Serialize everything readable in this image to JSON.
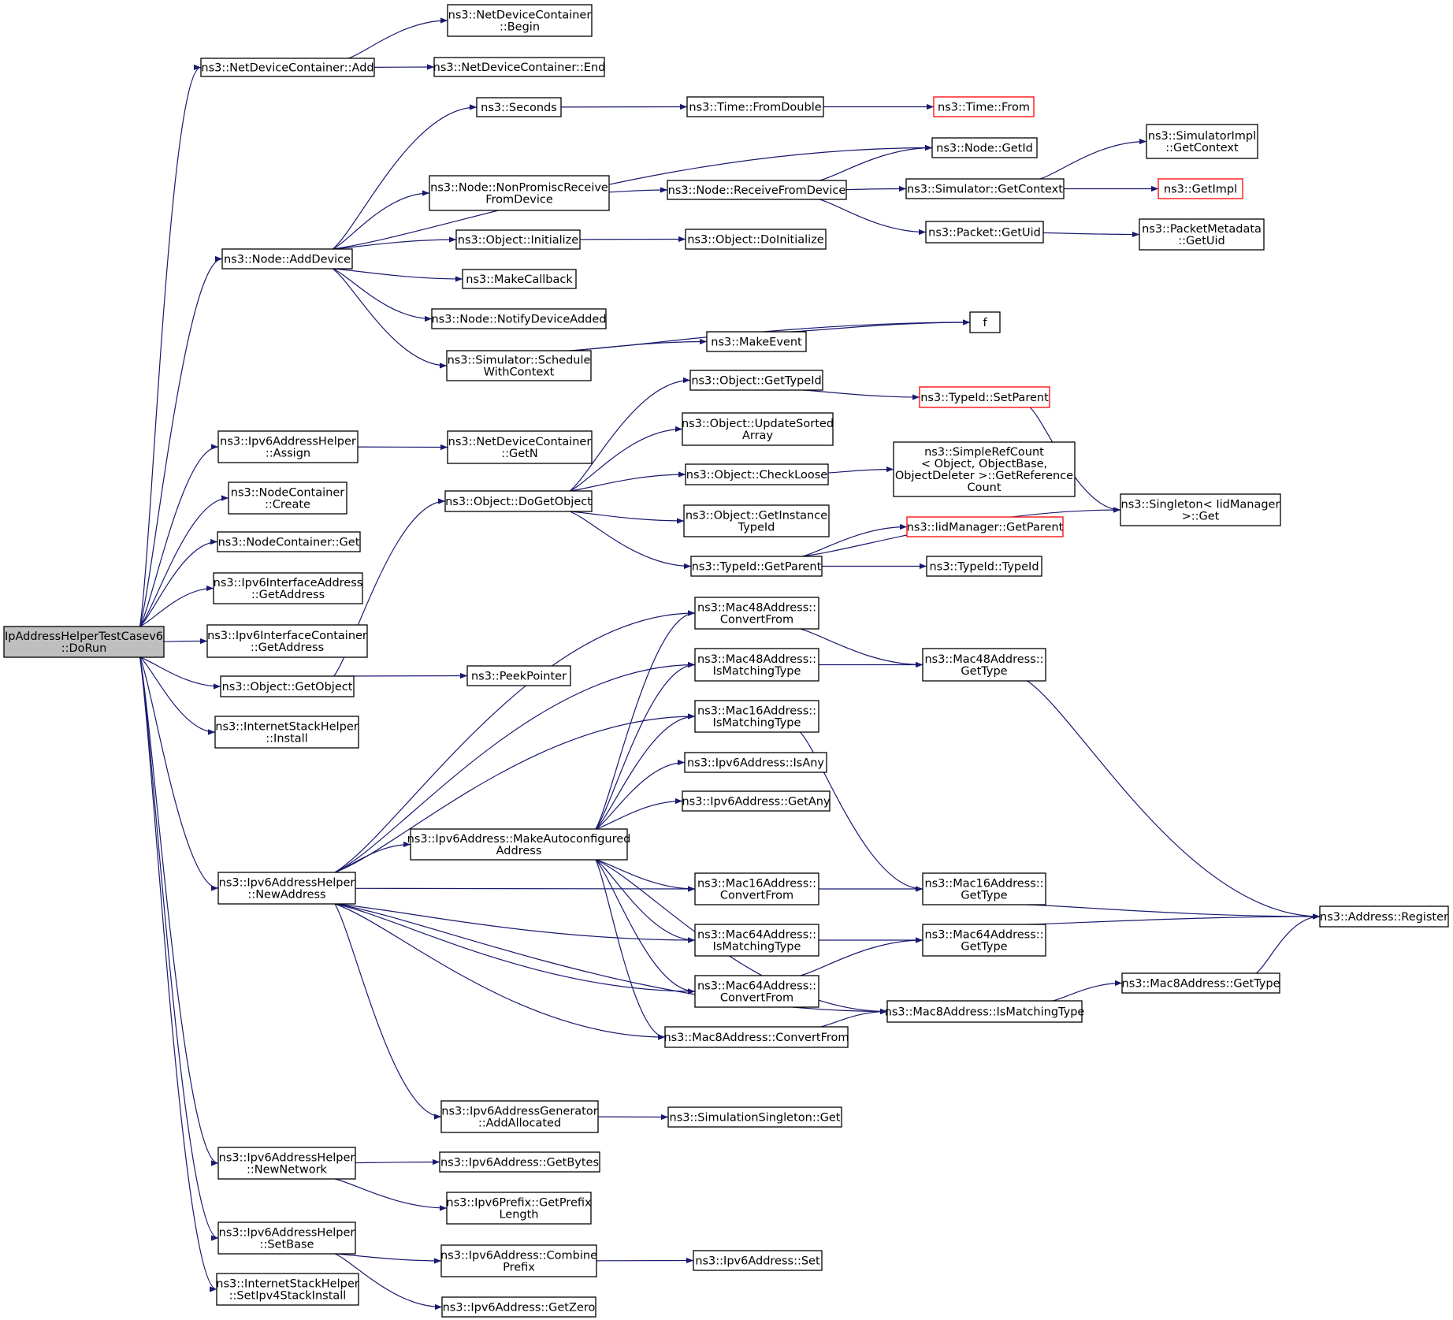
{
  "colors": {
    "edge": "#191970",
    "node_border": "#000000",
    "truncated_border": "#ff0000",
    "root_fill": "#bfbfbf",
    "node_fill": "#ffffff"
  },
  "nodes": [
    {
      "id": "root",
      "lines": [
        "IpAddressHelperTestCasev6",
        "::DoRun"
      ],
      "style": "root"
    },
    {
      "id": "ndc_add",
      "lines": [
        "ns3::NetDeviceContainer::Add"
      ]
    },
    {
      "id": "ndc_begin",
      "lines": [
        "ns3::NetDeviceContainer",
        "::Begin"
      ]
    },
    {
      "id": "ndc_end",
      "lines": [
        "ns3::NetDeviceContainer::End"
      ]
    },
    {
      "id": "seconds",
      "lines": [
        "ns3::Seconds"
      ]
    },
    {
      "id": "time_fromdouble",
      "lines": [
        "ns3::Time::FromDouble"
      ]
    },
    {
      "id": "time_from",
      "lines": [
        "ns3::Time::From"
      ],
      "style": "truncated"
    },
    {
      "id": "node_getid",
      "lines": [
        "ns3::Node::GetId"
      ]
    },
    {
      "id": "simimpl_getcontext",
      "lines": [
        "ns3::SimulatorImpl",
        "::GetContext"
      ]
    },
    {
      "id": "node_nonpromisc",
      "lines": [
        "ns3::Node::NonPromiscReceive",
        "FromDevice"
      ]
    },
    {
      "id": "node_receivefromdevice",
      "lines": [
        "ns3::Node::ReceiveFromDevice"
      ]
    },
    {
      "id": "sim_getcontext",
      "lines": [
        "ns3::Simulator::GetContext"
      ]
    },
    {
      "id": "getimpl",
      "lines": [
        "ns3::GetImpl"
      ],
      "style": "truncated"
    },
    {
      "id": "packet_getuid",
      "lines": [
        "ns3::Packet::GetUid"
      ]
    },
    {
      "id": "packetmeta_getuid",
      "lines": [
        "ns3::PacketMetadata",
        "::GetUid"
      ]
    },
    {
      "id": "node_adddevice",
      "lines": [
        "ns3::Node::AddDevice"
      ]
    },
    {
      "id": "object_initialize",
      "lines": [
        "ns3::Object::Initialize"
      ]
    },
    {
      "id": "object_doinitialize",
      "lines": [
        "ns3::Object::DoInitialize"
      ]
    },
    {
      "id": "makecallback",
      "lines": [
        "ns3::MakeCallback"
      ]
    },
    {
      "id": "node_notify",
      "lines": [
        "ns3::Node::NotifyDeviceAdded"
      ]
    },
    {
      "id": "f",
      "lines": [
        "f"
      ]
    },
    {
      "id": "makeevent",
      "lines": [
        "ns3::MakeEvent"
      ]
    },
    {
      "id": "sim_schedule",
      "lines": [
        "ns3::Simulator::Schedule",
        "WithContext"
      ]
    },
    {
      "id": "object_gettypeid",
      "lines": [
        "ns3::Object::GetTypeId"
      ]
    },
    {
      "id": "typeid_setparent",
      "lines": [
        "ns3::TypeId::SetParent"
      ],
      "style": "truncated"
    },
    {
      "id": "object_updatesorted",
      "lines": [
        "ns3::Object::UpdateSorted",
        "Array"
      ]
    },
    {
      "id": "ipv6helper_assign",
      "lines": [
        "ns3::Ipv6AddressHelper",
        "::Assign"
      ]
    },
    {
      "id": "ndc_getn",
      "lines": [
        "ns3::NetDeviceContainer",
        "::GetN"
      ]
    },
    {
      "id": "object_checkloose",
      "lines": [
        "ns3::Object::CheckLoose"
      ]
    },
    {
      "id": "simplerefcount",
      "lines": [
        "ns3::SimpleRefCount",
        "< Object, ObjectBase,",
        " ObjectDeleter >::GetReference",
        "Count"
      ]
    },
    {
      "id": "nodecontainer_create",
      "lines": [
        "ns3::NodeContainer",
        "::Create"
      ]
    },
    {
      "id": "object_dogetobject",
      "lines": [
        "ns3::Object::DoGetObject"
      ]
    },
    {
      "id": "singleton_get",
      "lines": [
        "ns3::Singleton< IidManager",
        " >::Get"
      ]
    },
    {
      "id": "object_getinstance",
      "lines": [
        "ns3::Object::GetInstance",
        "TypeId"
      ]
    },
    {
      "id": "iidmanager_getparent",
      "lines": [
        "ns3::IidManager::GetParent"
      ],
      "style": "truncated"
    },
    {
      "id": "nodecontainer_get",
      "lines": [
        "ns3::NodeContainer::Get"
      ]
    },
    {
      "id": "typeid_getparent",
      "lines": [
        "ns3::TypeId::GetParent"
      ]
    },
    {
      "id": "typeid_typeid",
      "lines": [
        "ns3::TypeId::TypeId"
      ]
    },
    {
      "id": "ipv6ifaddr_getaddress",
      "lines": [
        "ns3::Ipv6InterfaceAddress",
        "::GetAddress"
      ]
    },
    {
      "id": "mac48_convertfrom",
      "lines": [
        "ns3::Mac48Address::",
        "ConvertFrom"
      ]
    },
    {
      "id": "ipv6ifcontainer_getaddress",
      "lines": [
        "ns3::Ipv6InterfaceContainer",
        "::GetAddress"
      ]
    },
    {
      "id": "mac48_ismatching",
      "lines": [
        "ns3::Mac48Address::",
        "IsMatchingType"
      ]
    },
    {
      "id": "mac48_gettype",
      "lines": [
        "ns3::Mac48Address::",
        "GetType"
      ]
    },
    {
      "id": "peekpointer",
      "lines": [
        "ns3::PeekPointer"
      ]
    },
    {
      "id": "object_getobject",
      "lines": [
        "ns3::Object::GetObject"
      ]
    },
    {
      "id": "mac16_ismatching",
      "lines": [
        "ns3::Mac16Address::",
        "IsMatchingType"
      ]
    },
    {
      "id": "internetstack_install",
      "lines": [
        "ns3::InternetStackHelper",
        "::Install"
      ]
    },
    {
      "id": "ipv6addr_isany",
      "lines": [
        "ns3::Ipv6Address::IsAny"
      ]
    },
    {
      "id": "ipv6addr_getany",
      "lines": [
        "ns3::Ipv6Address::GetAny"
      ]
    },
    {
      "id": "ipv6addr_makeauto",
      "lines": [
        "ns3::Ipv6Address::MakeAutoconfigured",
        "Address"
      ]
    },
    {
      "id": "mac16_convertfrom",
      "lines": [
        "ns3::Mac16Address::",
        "ConvertFrom"
      ]
    },
    {
      "id": "mac16_gettype",
      "lines": [
        "ns3::Mac16Address::",
        "GetType"
      ]
    },
    {
      "id": "ipv6helper_newaddress",
      "lines": [
        "ns3::Ipv6AddressHelper",
        "::NewAddress"
      ]
    },
    {
      "id": "address_register",
      "lines": [
        "ns3::Address::Register"
      ]
    },
    {
      "id": "mac64_ismatching",
      "lines": [
        "ns3::Mac64Address::",
        "IsMatchingType"
      ]
    },
    {
      "id": "mac64_gettype",
      "lines": [
        "ns3::Mac64Address::",
        "GetType"
      ]
    },
    {
      "id": "mac64_convertfrom",
      "lines": [
        "ns3::Mac64Address::",
        "ConvertFrom"
      ]
    },
    {
      "id": "mac8_gettype",
      "lines": [
        "ns3::Mac8Address::GetType"
      ]
    },
    {
      "id": "mac8_ismatching",
      "lines": [
        "ns3::Mac8Address::IsMatchingType"
      ]
    },
    {
      "id": "mac8_convertfrom",
      "lines": [
        "ns3::Mac8Address::ConvertFrom"
      ]
    },
    {
      "id": "ipv6gen_addallocated",
      "lines": [
        "ns3::Ipv6AddressGenerator",
        "::AddAllocated"
      ]
    },
    {
      "id": "simsingleton_get",
      "lines": [
        "ns3::SimulationSingleton::Get"
      ]
    },
    {
      "id": "ipv6helper_newnetwork",
      "lines": [
        "ns3::Ipv6AddressHelper",
        "::NewNetwork"
      ]
    },
    {
      "id": "ipv6addr_getbytes",
      "lines": [
        "ns3::Ipv6Address::GetBytes"
      ]
    },
    {
      "id": "ipv6prefix_getprefixlength",
      "lines": [
        "ns3::Ipv6Prefix::GetPrefix",
        "Length"
      ]
    },
    {
      "id": "ipv6helper_setbase",
      "lines": [
        "ns3::Ipv6AddressHelper",
        "::SetBase"
      ]
    },
    {
      "id": "ipv6addr_combineprefix",
      "lines": [
        "ns3::Ipv6Address::Combine",
        "Prefix"
      ]
    },
    {
      "id": "ipv6addr_set",
      "lines": [
        "ns3::Ipv6Address::Set"
      ]
    },
    {
      "id": "internetstack_setipv4",
      "lines": [
        "ns3::InternetStackHelper",
        "::SetIpv4StackInstall"
      ]
    },
    {
      "id": "ipv6addr_getzero",
      "lines": [
        "ns3::Ipv6Address::GetZero"
      ]
    }
  ],
  "edges": [
    [
      "root",
      "ndc_add"
    ],
    [
      "root",
      "node_adddevice"
    ],
    [
      "root",
      "ipv6helper_assign"
    ],
    [
      "root",
      "nodecontainer_create"
    ],
    [
      "root",
      "nodecontainer_get"
    ],
    [
      "root",
      "ipv6ifaddr_getaddress"
    ],
    [
      "root",
      "ipv6ifcontainer_getaddress"
    ],
    [
      "root",
      "object_getobject"
    ],
    [
      "root",
      "internetstack_install"
    ],
    [
      "root",
      "ipv6helper_newaddress"
    ],
    [
      "root",
      "ipv6helper_newnetwork"
    ],
    [
      "root",
      "ipv6helper_setbase"
    ],
    [
      "root",
      "internetstack_setipv4"
    ],
    [
      "ndc_add",
      "ndc_begin"
    ],
    [
      "ndc_add",
      "ndc_end"
    ],
    [
      "node_adddevice",
      "seconds"
    ],
    [
      "node_adddevice",
      "node_getid"
    ],
    [
      "node_adddevice",
      "node_nonpromisc"
    ],
    [
      "node_adddevice",
      "object_initialize"
    ],
    [
      "node_adddevice",
      "makecallback"
    ],
    [
      "node_adddevice",
      "node_notify"
    ],
    [
      "node_adddevice",
      "sim_schedule"
    ],
    [
      "seconds",
      "time_fromdouble"
    ],
    [
      "time_fromdouble",
      "time_from"
    ],
    [
      "node_nonpromisc",
      "node_receivefromdevice"
    ],
    [
      "node_receivefromdevice",
      "node_getid"
    ],
    [
      "node_receivefromdevice",
      "sim_getcontext"
    ],
    [
      "node_receivefromdevice",
      "packet_getuid"
    ],
    [
      "sim_getcontext",
      "simimpl_getcontext"
    ],
    [
      "sim_getcontext",
      "getimpl"
    ],
    [
      "packet_getuid",
      "packetmeta_getuid"
    ],
    [
      "object_initialize",
      "object_doinitialize"
    ],
    [
      "sim_schedule",
      "f"
    ],
    [
      "sim_schedule",
      "makeevent"
    ],
    [
      "makeevent",
      "f"
    ],
    [
      "ipv6helper_assign",
      "ndc_getn"
    ],
    [
      "object_getobject",
      "object_dogetobject"
    ],
    [
      "object_getobject",
      "peekpointer"
    ],
    [
      "object_dogetobject",
      "object_gettypeid"
    ],
    [
      "object_dogetobject",
      "object_updatesorted"
    ],
    [
      "object_dogetobject",
      "object_checkloose"
    ],
    [
      "object_dogetobject",
      "object_getinstance"
    ],
    [
      "object_dogetobject",
      "typeid_getparent"
    ],
    [
      "object_gettypeid",
      "typeid_setparent"
    ],
    [
      "typeid_setparent",
      "singleton_get"
    ],
    [
      "object_checkloose",
      "simplerefcount"
    ],
    [
      "typeid_getparent",
      "iidmanager_getparent"
    ],
    [
      "typeid_getparent",
      "typeid_typeid"
    ],
    [
      "typeid_getparent",
      "singleton_get"
    ],
    [
      "ipv6helper_newaddress",
      "mac48_convertfrom"
    ],
    [
      "ipv6helper_newaddress",
      "mac48_ismatching"
    ],
    [
      "ipv6helper_newaddress",
      "mac16_ismatching"
    ],
    [
      "ipv6helper_newaddress",
      "ipv6addr_makeauto"
    ],
    [
      "ipv6helper_newaddress",
      "mac16_convertfrom"
    ],
    [
      "ipv6helper_newaddress",
      "mac64_ismatching"
    ],
    [
      "ipv6helper_newaddress",
      "mac64_convertfrom"
    ],
    [
      "ipv6helper_newaddress",
      "mac8_convertfrom"
    ],
    [
      "ipv6helper_newaddress",
      "mac8_ismatching"
    ],
    [
      "ipv6helper_newaddress",
      "ipv6gen_addallocated"
    ],
    [
      "ipv6addr_makeauto",
      "mac48_convertfrom"
    ],
    [
      "ipv6addr_makeauto",
      "mac48_ismatching"
    ],
    [
      "ipv6addr_makeauto",
      "mac16_ismatching"
    ],
    [
      "ipv6addr_makeauto",
      "ipv6addr_isany"
    ],
    [
      "ipv6addr_makeauto",
      "ipv6addr_getany"
    ],
    [
      "ipv6addr_makeauto",
      "mac16_convertfrom"
    ],
    [
      "ipv6addr_makeauto",
      "mac64_ismatching"
    ],
    [
      "ipv6addr_makeauto",
      "mac64_convertfrom"
    ],
    [
      "ipv6addr_makeauto",
      "mac8_convertfrom"
    ],
    [
      "ipv6addr_makeauto",
      "mac8_ismatching"
    ],
    [
      "mac48_convertfrom",
      "mac48_gettype"
    ],
    [
      "mac48_ismatching",
      "mac48_gettype"
    ],
    [
      "mac48_gettype",
      "address_register"
    ],
    [
      "mac16_ismatching",
      "mac16_gettype"
    ],
    [
      "mac16_convertfrom",
      "mac16_gettype"
    ],
    [
      "mac16_gettype",
      "address_register"
    ],
    [
      "mac64_ismatching",
      "mac64_gettype"
    ],
    [
      "mac64_convertfrom",
      "mac64_gettype"
    ],
    [
      "mac64_gettype",
      "address_register"
    ],
    [
      "mac8_convertfrom",
      "mac8_ismatching"
    ],
    [
      "mac8_ismatching",
      "mac8_gettype"
    ],
    [
      "mac8_gettype",
      "address_register"
    ],
    [
      "ipv6gen_addallocated",
      "simsingleton_get"
    ],
    [
      "ipv6helper_newnetwork",
      "ipv6addr_getbytes"
    ],
    [
      "ipv6helper_newnetwork",
      "ipv6prefix_getprefixlength"
    ],
    [
      "ipv6helper_setbase",
      "ipv6addr_combineprefix"
    ],
    [
      "ipv6helper_setbase",
      "ipv6addr_getzero"
    ],
    [
      "ipv6addr_combineprefix",
      "ipv6addr_set"
    ]
  ]
}
